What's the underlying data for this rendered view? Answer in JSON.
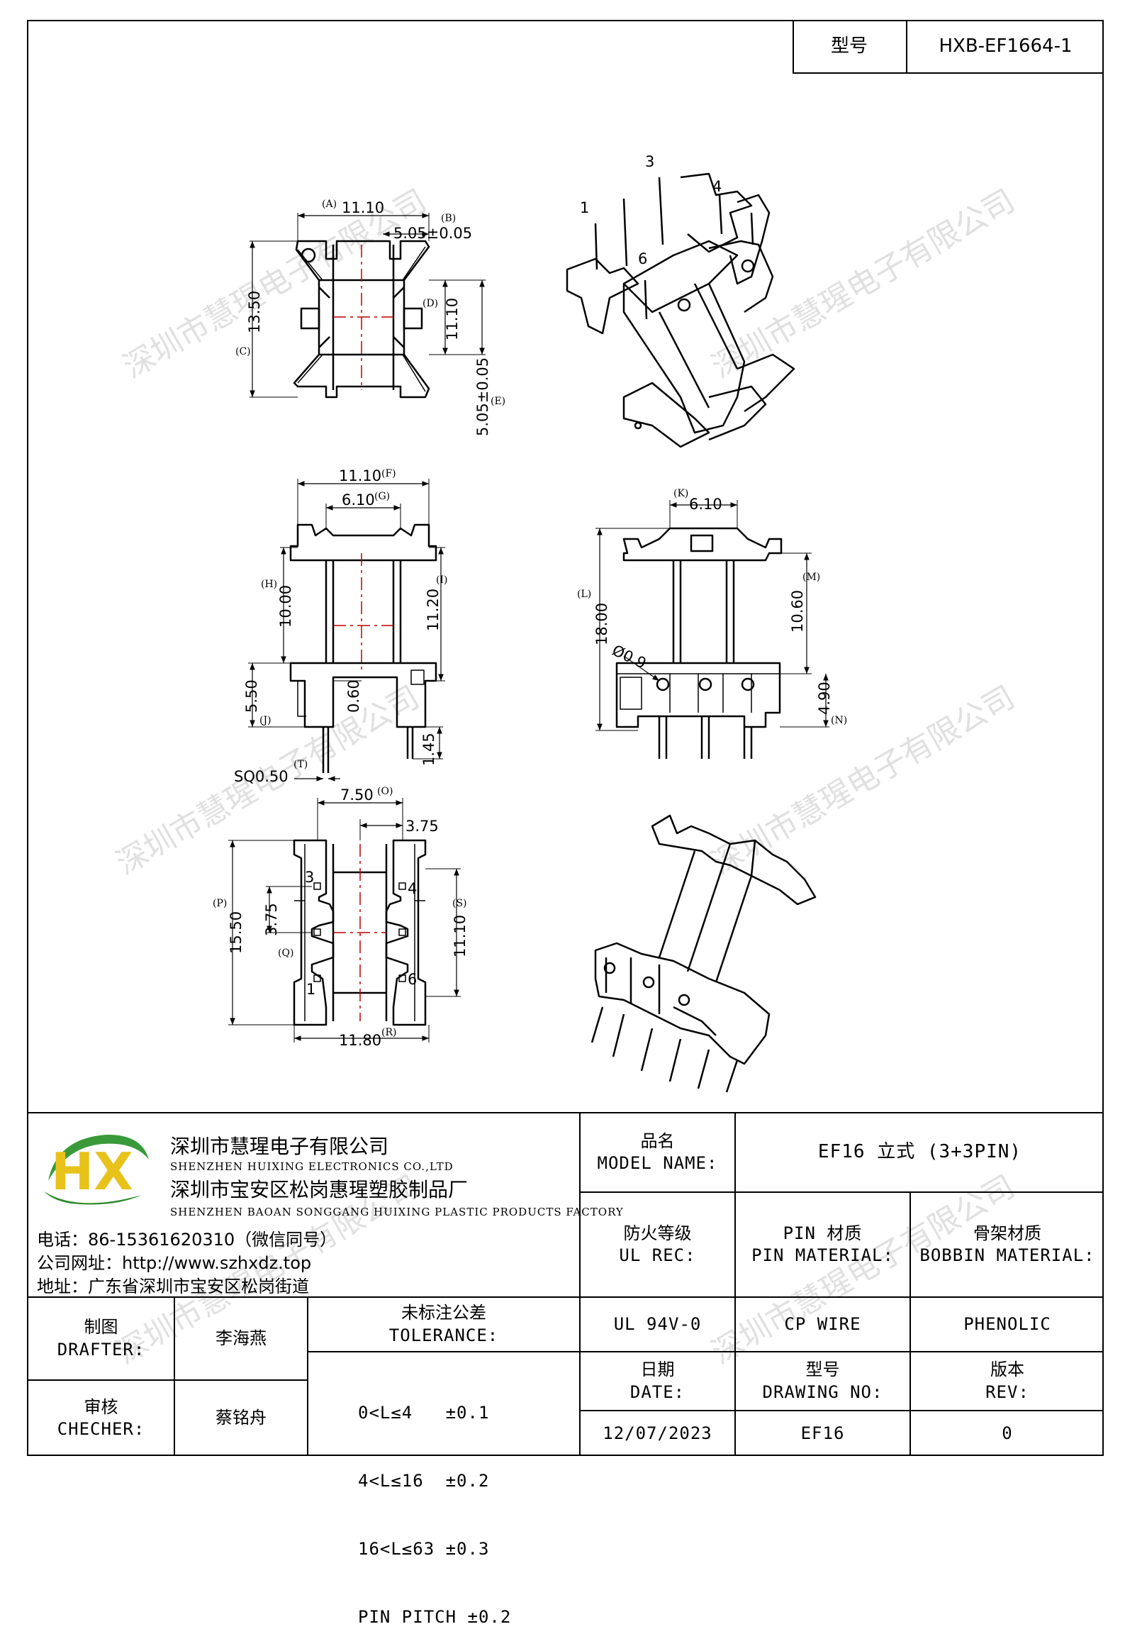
{
  "header": {
    "model_label": "型号",
    "model_value": "HXB-EF1664-1"
  },
  "watermark": "深圳市慧瑆电子有限公司",
  "drawings": {
    "top_view": {
      "dim_a_label": "(A)",
      "dim_a": "11.10",
      "dim_b_label": "(B)",
      "dim_b": "5.05±0.05",
      "dim_c_label": "(C)",
      "dim_c": "13.50",
      "dim_d_label": "(D)",
      "dim_d": "11.10",
      "dim_e_label": "(E)",
      "dim_e": "5.05±0.05"
    },
    "iso_top": {
      "pin1": "1",
      "pin3": "3",
      "pin4": "4",
      "pin6": "6"
    },
    "front_view": {
      "dim_f_label": "(F)",
      "dim_f": "11.10",
      "dim_g_label": "(G)",
      "dim_g": "6.10",
      "dim_h_label": "(H)",
      "dim_h": "10.00",
      "dim_i_label": "(I)",
      "dim_i": "11.20",
      "dim_j_label": "(J)",
      "dim_j": "5.50",
      "dim_wall": "0.60",
      "dim_pin_len": "1.45",
      "dim_t_label": "(T)",
      "dim_t": "SQ0.50"
    },
    "side_view": {
      "dim_k_label": "(K)",
      "dim_k": "6.10",
      "dim_l_label": "(L)",
      "dim_l": "18.00",
      "dim_m_label": "(M)",
      "dim_m": "10.60",
      "dim_n_label": "(N)",
      "dim_n": "4.90",
      "dim_hole": "Ø0.9"
    },
    "bottom_view": {
      "dim_o_label": "(O)",
      "dim_o": "7.50",
      "dim_o2": "3.75",
      "dim_p_label": "(P)",
      "dim_p": "15.50",
      "dim_q_label": "(Q)",
      "dim_q": "3.75",
      "dim_s_label": "(S)",
      "dim_s": "11.10",
      "dim_r_label": "(R)",
      "dim_r": "11.80",
      "pin1": "1",
      "pin3": "3",
      "pin4": "4",
      "pin6": "6"
    }
  },
  "company": {
    "logo_text": "HX",
    "name_cn": "深圳市慧瑆电子有限公司",
    "name_en": "SHENZHEN HUIXING ELECTRONICS CO.,LTD",
    "factory_cn": "深圳市宝安区松岗惠瑆塑胶制品厂",
    "factory_en": "SHENZHEN BAOAN SONGGANG HUIXING PLASTIC PRODUCTS FACTORY",
    "phone": "电话：86-15361620310（微信同号）",
    "website": "公司网址：http://www.szhxdz.top",
    "address": "地址：广东省深圳市宝安区松岗街道"
  },
  "title_block": {
    "model_name_cn": "品名",
    "model_name_en": "MODEL NAME:",
    "model_name_value": "EF16 立式 (3+3PIN)",
    "ul_cn": "防火等级",
    "ul_en": "UL REC:",
    "pin_mat_cn": "PIN 材质",
    "pin_mat_en": "PIN MATERIAL:",
    "bobbin_cn": "骨架材质",
    "bobbin_en": "BOBBIN MATERIAL:",
    "ul_value": "UL 94V-0",
    "pin_value": "CP WIRE",
    "bobbin_value": "PHENOLIC",
    "date_cn": "日期",
    "date_en": "DATE:",
    "drawing_cn": "型号",
    "drawing_en": "DRAWING NO:",
    "rev_cn": "版本",
    "rev_en": "REV:",
    "date_value": "12/07/2023",
    "drawing_value": "EF16",
    "rev_value": "0",
    "drafter_cn": "制图",
    "drafter_en": "DRAFTER:",
    "drafter_name": "李海燕",
    "checker_cn": "审核",
    "checker_en": "CHECHER:",
    "checker_name": "蔡铭舟",
    "tol_cn": "未标注公差",
    "tol_en": "TOLERANCE:",
    "tol_1": "0<L≤4   ±0.1",
    "tol_2": "4<L≤16  ±0.2",
    "tol_3": "16<L≤63 ±0.3",
    "tol_4": "PIN PITCH ±0.2"
  }
}
